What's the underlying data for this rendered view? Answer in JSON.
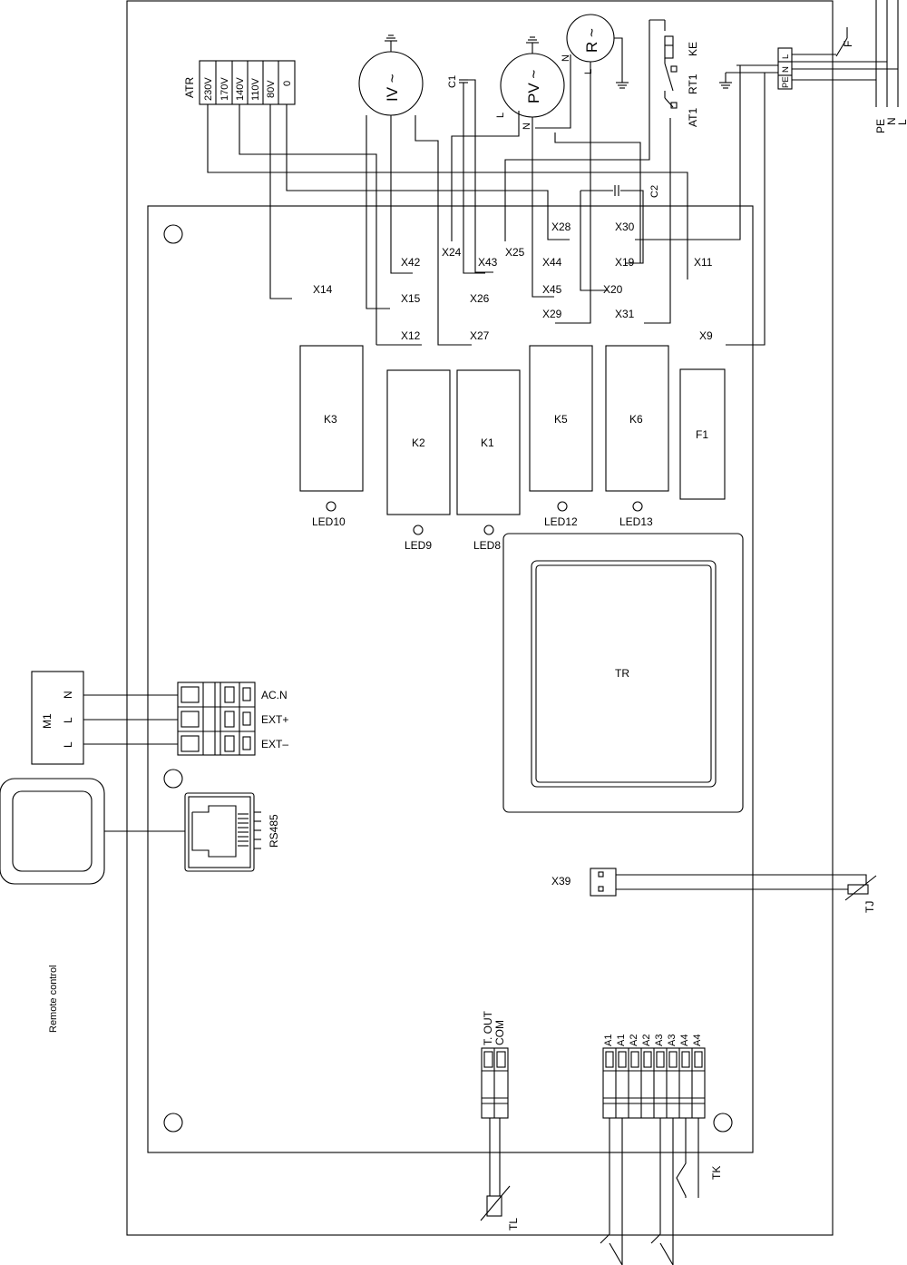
{
  "atr": {
    "title": "ATR",
    "taps": [
      "230V",
      "170V",
      "140V",
      "110V",
      "80V",
      "0"
    ]
  },
  "motors": {
    "iv": "IV ~",
    "pv": "PV ~",
    "r": "R ~"
  },
  "wire_labels": {
    "l": "L",
    "n": "N",
    "c1": "C1",
    "c2": "C2",
    "ke": "KE",
    "rt1": "RT1",
    "at1": "AT1",
    "f": "F"
  },
  "mains": {
    "terminal_pe": "PE",
    "terminal_n": "N",
    "terminal_l": "L",
    "line_pe": "PE",
    "line_n": "N",
    "line_l": "L"
  },
  "connectors": {
    "x14": "X14",
    "x15": "X15",
    "x12": "X12",
    "x42": "X42",
    "x24": "X24",
    "x43": "X43",
    "x26": "X26",
    "x27": "X27",
    "x25": "X25",
    "x28": "X28",
    "x44": "X44",
    "x45": "X45",
    "x29": "X29",
    "x30": "X30",
    "x19": "X19",
    "x20": "X20",
    "x31": "X31",
    "x11": "X11",
    "x9": "X9",
    "x39": "X39"
  },
  "relays": {
    "k3": "K3",
    "k2": "K2",
    "k1": "K1",
    "k5": "K5",
    "k6": "K6",
    "f1": "F1"
  },
  "leds": {
    "led10": "LED10",
    "led9": "LED9",
    "led8": "LED8",
    "led12": "LED12",
    "led13": "LED13"
  },
  "transformer": "TR",
  "m1": {
    "name": "M1",
    "n": "N",
    "l1": "L",
    "l2": "L",
    "pin_n": "N",
    "pin_l1": "L",
    "pin_l2": "L"
  },
  "m1_terminals": [
    "AC.N",
    "EXT+",
    "EXT–"
  ],
  "rs485": "RS485",
  "remote_control": "Remote control",
  "sensors": {
    "tj": "TJ",
    "tl": "TL",
    "tk": "TK"
  },
  "tout": [
    "T. OUT",
    "COM"
  ],
  "a_terminals": [
    "A1",
    "A1",
    "A2",
    "A2",
    "A3",
    "A3",
    "A4",
    "A4"
  ]
}
